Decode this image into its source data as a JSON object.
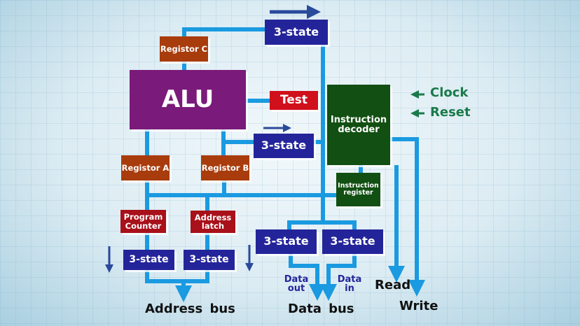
{
  "blocks": {
    "alu": "ALU",
    "test": "Test",
    "registor_c": "Registor C",
    "registor_a": "Registor A",
    "registor_b": "Registor B",
    "program_counter": "Program Counter",
    "address_latch": "Address latch",
    "instruction_decoder": "Instruction decoder",
    "instruction_register": "Instruction register",
    "three_state": "3-state"
  },
  "signals": {
    "clock": "Clock",
    "reset": "Reset",
    "read": "Read",
    "write": "Write",
    "data_out": "Data out",
    "data_in": "Data in"
  },
  "buses": {
    "address": "Address bus",
    "data": "Data bus"
  },
  "colors": {
    "wire": "#1a9ae0",
    "alu": "#7a1a7a",
    "three_state": "#24249a",
    "register": "#a83c0c",
    "decoder": "#124f12",
    "test": "#d0101a",
    "control_text": "#1a7a4a"
  }
}
